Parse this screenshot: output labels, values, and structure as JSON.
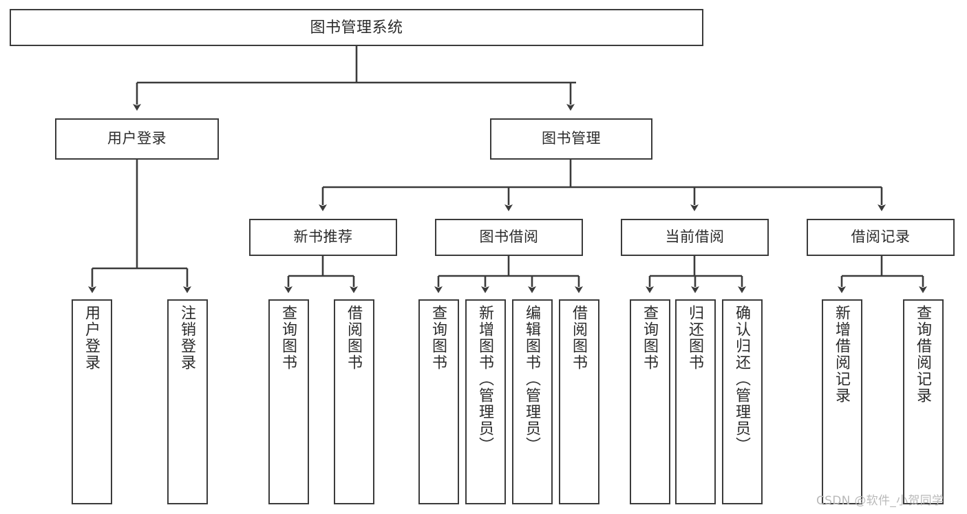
{
  "diagram": {
    "type": "tree-hierarchy",
    "title": "图书管理系统",
    "style": {
      "background": "#ffffff",
      "box_border": "#3b3b3b",
      "box_fill": "#ffffff",
      "edge_color": "#3b3b3b",
      "text_color": "#2b2b2b",
      "watermark_color": "#b9b9b9"
    },
    "root": {
      "id": "root",
      "label": "图书管理系统",
      "orientation": "horizontal"
    },
    "level1": [
      {
        "id": "user-login",
        "label": "用户登录",
        "orientation": "horizontal"
      },
      {
        "id": "book-management",
        "label": "图书管理",
        "orientation": "horizontal"
      }
    ],
    "level2": [
      {
        "id": "new-book-recommend",
        "label": "新书推荐",
        "orientation": "horizontal",
        "parent": "book-management"
      },
      {
        "id": "book-borrow",
        "label": "图书借阅",
        "orientation": "horizontal",
        "parent": "book-management"
      },
      {
        "id": "current-borrow",
        "label": "当前借阅",
        "orientation": "horizontal",
        "parent": "book-management"
      },
      {
        "id": "borrow-record",
        "label": "借阅记录",
        "orientation": "horizontal",
        "parent": "book-management"
      }
    ],
    "leaves": [
      {
        "id": "leaf-user-login",
        "label": "用户登录",
        "orientation": "vertical",
        "parent": "user-login"
      },
      {
        "id": "leaf-logout-login",
        "label": "注销登录",
        "orientation": "vertical",
        "parent": "user-login"
      },
      {
        "id": "leaf-query-book-1",
        "label": "查询图书",
        "orientation": "vertical",
        "parent": "new-book-recommend"
      },
      {
        "id": "leaf-borrow-book-1",
        "label": "借阅图书",
        "orientation": "vertical",
        "parent": "new-book-recommend"
      },
      {
        "id": "leaf-query-book-2",
        "label": "查询图书",
        "orientation": "vertical",
        "parent": "book-borrow"
      },
      {
        "id": "leaf-add-book",
        "label": "新增图书（管理员）",
        "orientation": "vertical",
        "parent": "book-borrow"
      },
      {
        "id": "leaf-edit-book",
        "label": "编辑图书（管理员）",
        "orientation": "vertical",
        "parent": "book-borrow"
      },
      {
        "id": "leaf-borrow-book-2",
        "label": "借阅图书",
        "orientation": "vertical",
        "parent": "book-borrow"
      },
      {
        "id": "leaf-query-book-3",
        "label": "查询图书",
        "orientation": "vertical",
        "parent": "current-borrow"
      },
      {
        "id": "leaf-return-book",
        "label": "归还图书",
        "orientation": "vertical",
        "parent": "current-borrow"
      },
      {
        "id": "leaf-confirm-return",
        "label": "确认归还（管理员）",
        "orientation": "vertical",
        "parent": "current-borrow"
      },
      {
        "id": "leaf-add-record",
        "label": "新增借阅记录",
        "orientation": "vertical",
        "parent": "borrow-record"
      },
      {
        "id": "leaf-query-record",
        "label": "查询借阅记录",
        "orientation": "vertical",
        "parent": "borrow-record"
      }
    ],
    "watermark": "CSDN @软件_小贺同学"
  }
}
